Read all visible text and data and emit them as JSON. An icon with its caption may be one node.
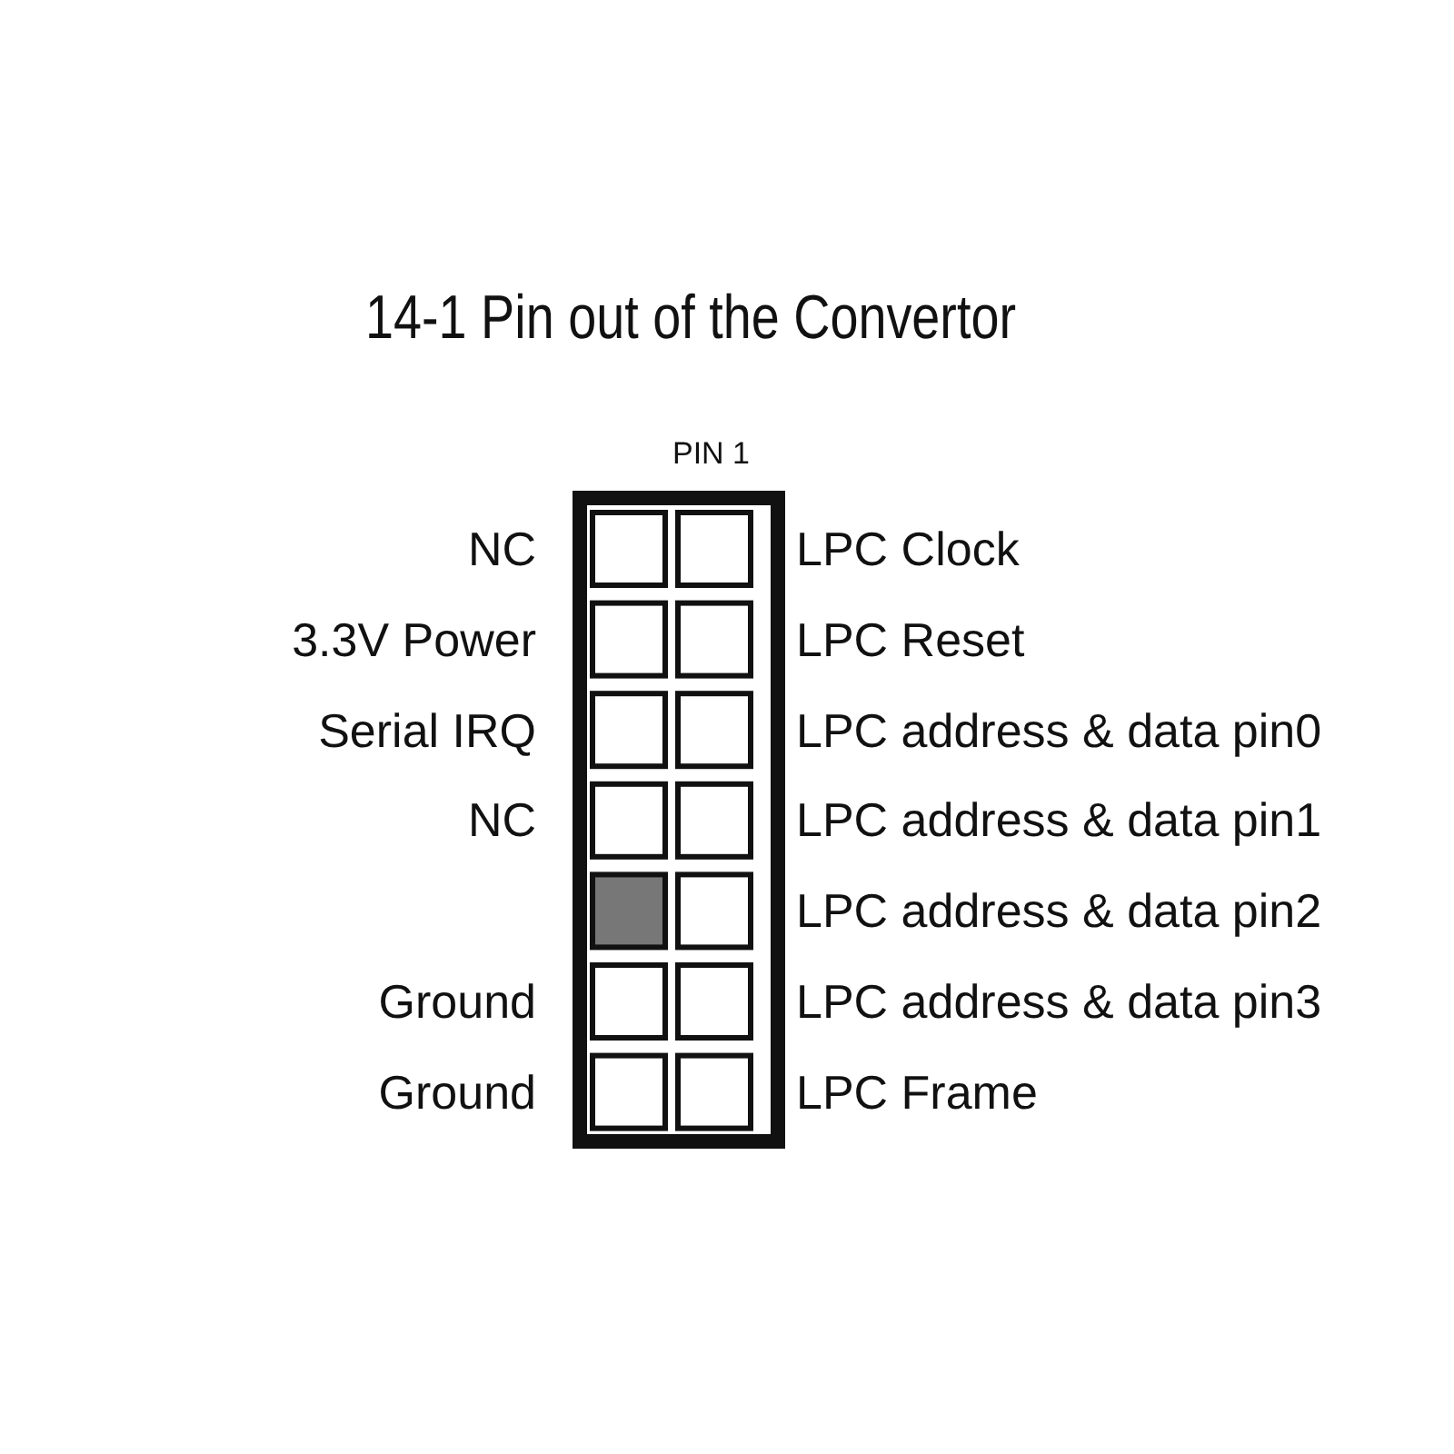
{
  "diagram": {
    "title": "14-1 Pin out of the Convertor",
    "labels": [
      "PIN 1",
      "NC",
      "LPC Clock",
      "3.3V Power",
      "LPC Reset",
      "Serial IRQ",
      "LPC address & data pin0",
      "NC",
      "LPC address & data pin1",
      "LPC address & data pin2",
      "Ground",
      "LPC address & data pin3",
      "Ground",
      "LPC Frame"
    ]
  }
}
